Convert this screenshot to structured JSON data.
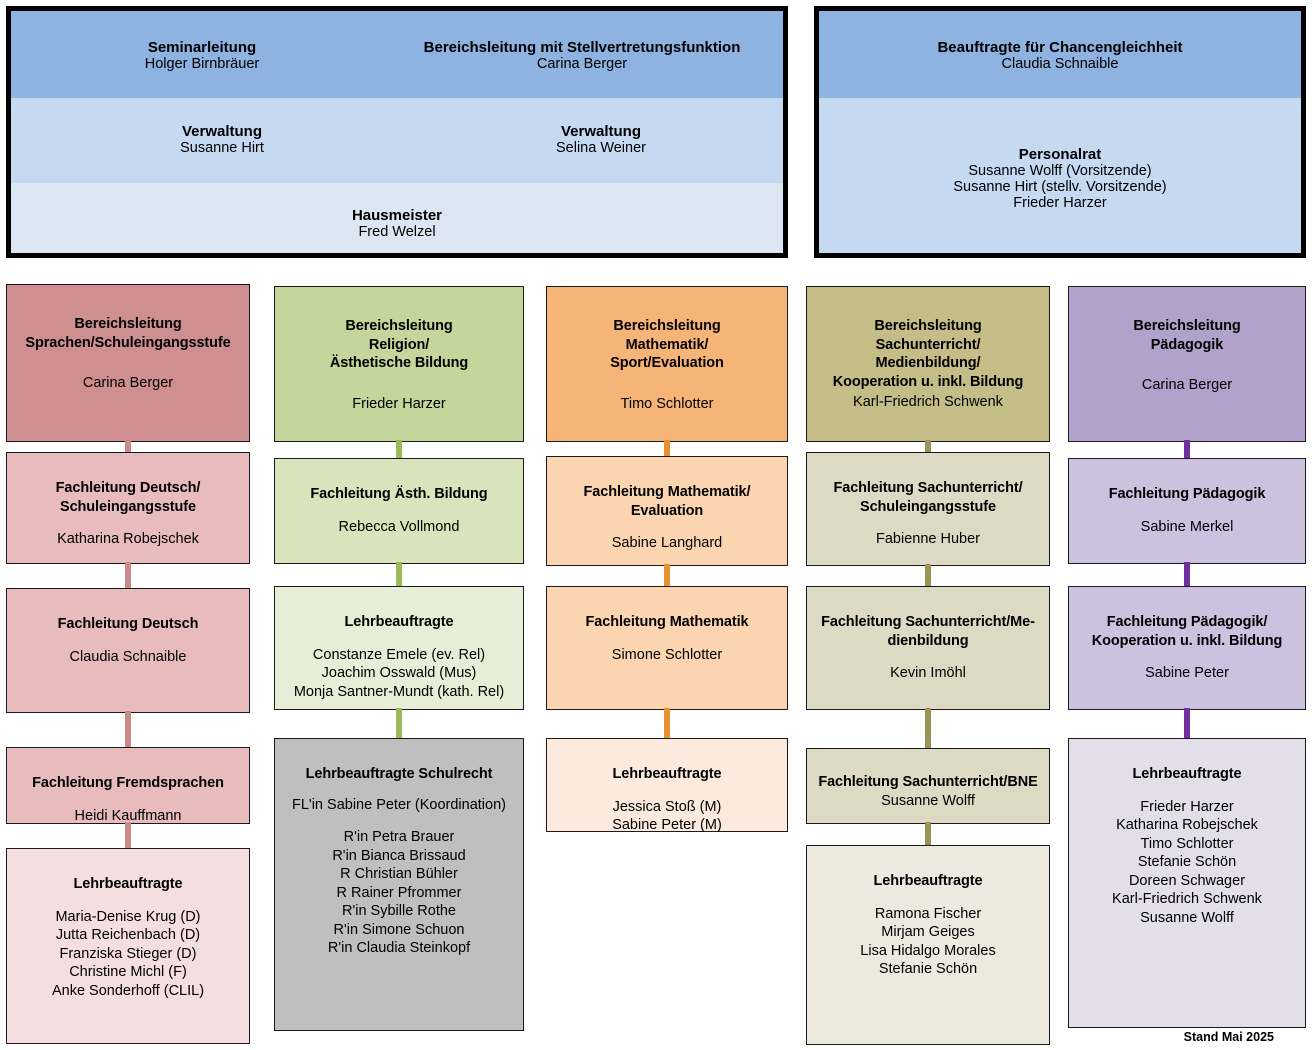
{
  "header": {
    "left_frame": {
      "top_band": {
        "bg": "#8eb3e0",
        "left": {
          "title": "Seminarleitung",
          "person": "Holger Birnbräuer"
        },
        "right": {
          "title": "Bereichsleitung mit Stellvertretungsfunktion",
          "person": "Carina Berger"
        }
      },
      "mid_band": {
        "bg": "#c5d9f1",
        "left": {
          "title": "Verwaltung",
          "person": "Susanne Hirt"
        },
        "right": {
          "title": "Verwaltung",
          "person": "Selina Weiner"
        }
      },
      "bottom_band": {
        "bg": "#dce6f2",
        "center": {
          "title": "Hausmeister",
          "person": "Fred Welzel"
        }
      }
    },
    "right_frame": {
      "top_band": {
        "bg": "#8eb3e0",
        "title": "Beauftragte für Chancengleichheit",
        "person": "Claudia Schnaible"
      },
      "bottom_band": {
        "bg": "#c5d9f1",
        "title": "Personalrat",
        "people": [
          "Susanne Wolff (Vorsitzende)",
          "Susanne Hirt (stellv. Vorsitzende)",
          "Frieder Harzer"
        ]
      }
    }
  },
  "columns": [
    {
      "key": "sprachen",
      "accent": "#c98a8a",
      "head": {
        "bg": "#cf8f91",
        "title_lines": [
          "Bereichsleitung",
          "Sprachen/Schuleingangsstufe"
        ],
        "person": "Carina Berger"
      },
      "boxes": [
        {
          "bg": "#e8bcbc",
          "title_lines": [
            "Fachleitung Deutsch/",
            "Schuleingangsstufe"
          ],
          "people": [
            "Katharina Robejschek"
          ]
        },
        {
          "bg": "#e8bcbc",
          "title_lines": [
            "Fachleitung Deutsch"
          ],
          "people": [
            "Claudia Schnaible"
          ]
        },
        {
          "bg": "#e8bcbc",
          "title_lines": [
            "Fachleitung Fremdsprachen"
          ],
          "people": [
            "Heidi Kauffmann"
          ]
        },
        {
          "bg": "#f5dede",
          "title_lines": [
            "Lehrbeauftragte"
          ],
          "people": [
            "Maria-Denise Krug (D)",
            "Jutta Reichenbach (D)",
            "Franziska Stieger (D)",
            "Christine Michl (F)",
            "Anke Sonderhoff (CLIL)"
          ]
        }
      ]
    },
    {
      "key": "religion",
      "accent": "#9bbb59",
      "head": {
        "bg": "#c3d69b",
        "title_lines": [
          "Bereichsleitung",
          "Religion/",
          "Ästhetische Bildung"
        ],
        "person": "Frieder Harzer"
      },
      "boxes": [
        {
          "bg": "#d8e4bc",
          "title_lines": [
            "Fachleitung Ästh. Bildung"
          ],
          "people": [
            "Rebecca Vollmond"
          ]
        },
        {
          "bg": "#e7eed7",
          "title_lines": [
            "Lehrbeauftragte"
          ],
          "people": [
            "Constanze Emele (ev. Rel)",
            "Joachim Osswald (Mus)",
            "Monja Santner-Mundt (kath. Rel)"
          ]
        },
        {
          "bg": "#bfbfbf",
          "title_lines": [
            "Lehrbeauftragte Schulrecht"
          ],
          "coordinator": "FL'in Sabine Peter (Koordination)",
          "people": [
            "R'in Petra Brauer",
            "R'in Bianca Brissaud",
            "R Christian Bühler",
            "R Rainer Pfrommer",
            "R'in Sybille Rothe",
            "R'in Simone Schuon",
            "R'in Claudia Steinkopf"
          ]
        }
      ]
    },
    {
      "key": "mathematik",
      "accent": "#e8912f",
      "head": {
        "bg": "#f7b477",
        "title_lines": [
          "Bereichsleitung",
          "Mathematik/",
          "Sport/Evaluation"
        ],
        "person": "Timo Schlotter"
      },
      "boxes": [
        {
          "bg": "#fbd5b0",
          "title_lines": [
            "Fachleitung Mathematik/",
            "Evaluation"
          ],
          "people": [
            "Sabine Langhard"
          ]
        },
        {
          "bg": "#fbd5b0",
          "title_lines": [
            "Fachleitung Mathematik"
          ],
          "people": [
            "Simone Schlotter"
          ]
        },
        {
          "bg": "#fdeade",
          "title_lines": [
            "Lehrbeauftragte"
          ],
          "people": [
            "Jessica Stoß (M)",
            "Sabine Peter (M)"
          ]
        }
      ]
    },
    {
      "key": "sachunterricht",
      "accent": "#9a9256",
      "head": {
        "bg": "#c4bd88",
        "title_lines": [
          "Bereichsleitung",
          "Sachunterricht/",
          "Medienbildung/",
          "Kooperation u. inkl. Bildung"
        ],
        "person": "Karl-Friedrich Schwenk"
      },
      "boxes": [
        {
          "bg": "#ddd9c3",
          "title_lines": [
            "Fachleitung Sachunterricht/",
            "Schuleingangsstufe"
          ],
          "people": [
            "Fabienne Huber"
          ]
        },
        {
          "bg": "#ddd9c3",
          "title_lines": [
            "Fachleitung Sachunterricht/Me-",
            "dienbildung"
          ],
          "people": [
            "Kevin Imöhl"
          ]
        },
        {
          "bg": "#ddd9c3",
          "title_lines": [
            "Fachleitung Sachunterricht/BNE"
          ],
          "people": [
            "Susanne Wolff"
          ],
          "tight": true
        },
        {
          "bg": "#eceade",
          "title_lines": [
            "Lehrbeauftragte"
          ],
          "people": [
            "Ramona Fischer",
            "Mirjam Geiges",
            "Lisa Hidalgo Morales",
            "Stefanie Schön"
          ]
        }
      ]
    },
    {
      "key": "paedagogik",
      "accent": "#7030a0",
      "head": {
        "bg": "#b2a2cb",
        "title_lines": [
          "Bereichsleitung",
          "Pädagogik"
        ],
        "person": "Carina Berger"
      },
      "boxes": [
        {
          "bg": "#ccc1de",
          "title_lines": [
            "Fachleitung Pädagogik"
          ],
          "people": [
            "Sabine Merkel"
          ]
        },
        {
          "bg": "#ccc1de",
          "title_lines": [
            "Fachleitung Pädagogik/",
            "Kooperation u. inkl. Bildung"
          ],
          "people": [
            "Sabine Peter"
          ]
        },
        {
          "bg": "#e2dfeb",
          "title_lines": [
            "Lehrbeauftragte"
          ],
          "people": [
            "Frieder Harzer",
            "Katharina Robejschek",
            "Timo Schlotter",
            "Stefanie Schön",
            "Doreen Schwager",
            "Karl-Friedrich Schwenk",
            "Susanne Wolff"
          ]
        }
      ]
    }
  ],
  "footer": {
    "stamp": "Stand Mai 2025"
  }
}
